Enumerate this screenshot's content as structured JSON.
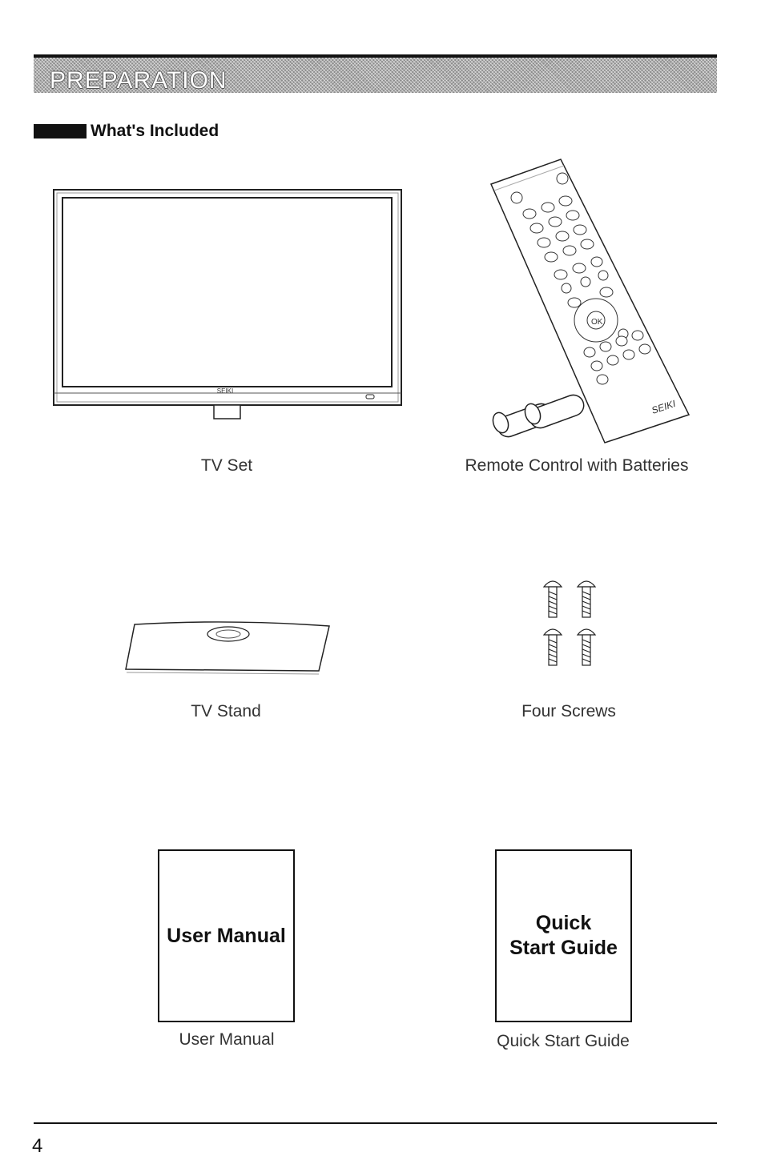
{
  "header": {
    "title": "PREPARATION"
  },
  "section": {
    "heading": "What's Included"
  },
  "items": {
    "tv_set": {
      "caption": "TV Set",
      "brand_mark": "SEIKI"
    },
    "remote": {
      "caption": "Remote Control with Batteries",
      "brand_mark": "SEIKI"
    },
    "tv_stand": {
      "caption": "TV Stand"
    },
    "screws": {
      "caption": "Four Screws"
    },
    "user_manual": {
      "cover_title": "User Manual",
      "caption": "User Manual"
    },
    "quick_start": {
      "cover_line1": "Quick",
      "cover_line2": "Start Guide",
      "caption": "Quick Start Guide"
    }
  },
  "footer": {
    "page_number": "4"
  }
}
